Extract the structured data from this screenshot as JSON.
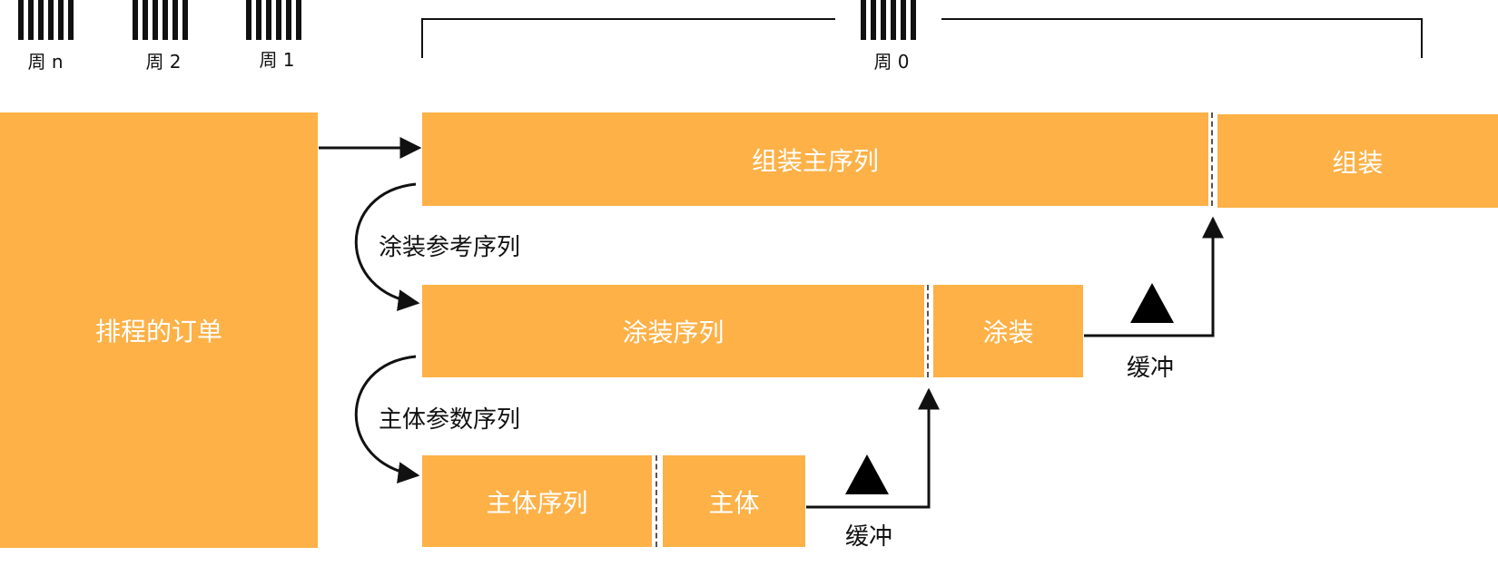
{
  "weeks": {
    "n": "周 n",
    "two": "周 2",
    "one": "周 1",
    "zero": "周 0"
  },
  "boxes": {
    "scheduled_orders": "排程的订单",
    "assembly_main_sequence": "组装主序列",
    "assembly": "组装",
    "paint_sequence": "涂装序列",
    "paint": "涂装",
    "body_sequence": "主体序列",
    "body": "主体"
  },
  "labels": {
    "paint_reference_sequence": "涂装参考序列",
    "body_parameter_sequence": "主体参数序列",
    "buffer_upper": "缓冲",
    "buffer_lower": "缓冲"
  },
  "colors": {
    "box_fill": "#FDB147",
    "box_text": "#FFFFFF",
    "line": "#111111"
  }
}
